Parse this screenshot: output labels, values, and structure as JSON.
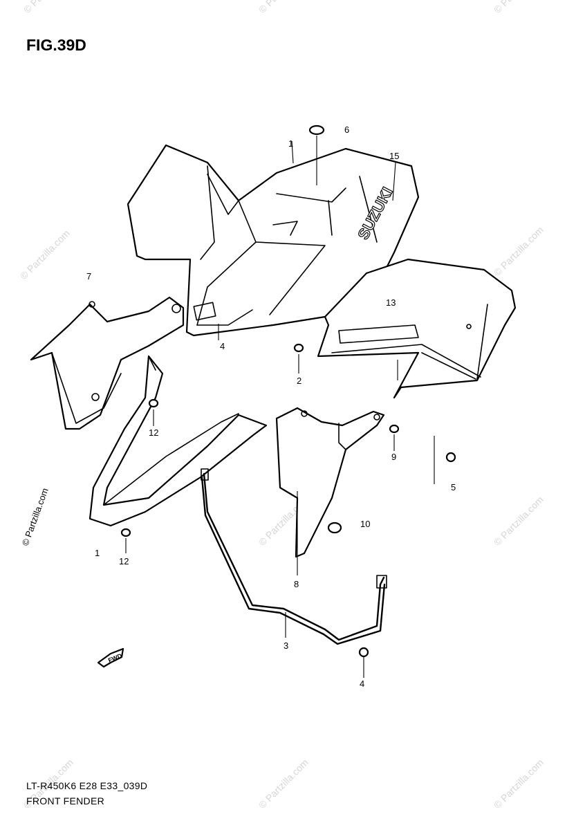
{
  "figure_title": "FIG.39D",
  "footer": {
    "code": "LT-R450K6 E28 E33_039D",
    "name": "FRONT FENDER"
  },
  "watermark": "© Partzilla.com",
  "logos": {
    "brand": "SUZUKI",
    "direction": "FWD"
  },
  "callouts": [
    "1",
    "6",
    "15",
    "7",
    "13",
    "4",
    "2",
    "12",
    "9",
    "5",
    "10",
    "12",
    "1",
    "8",
    "3",
    "4"
  ],
  "colors": {
    "line": "#000000",
    "watermark": "#d6d6d6",
    "background": "#ffffff"
  }
}
